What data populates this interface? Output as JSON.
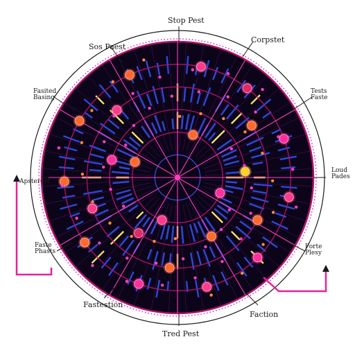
{
  "chart_data": {
    "type": "radial",
    "labels": {
      "top": "Stop Pest",
      "top_left": "Sos Paest",
      "top_right": "Corpstet",
      "upper_left": "Fasited\nBasing",
      "upper_right": "Tests\nFaste",
      "left": "Apsterest",
      "right": "Loud\nPades",
      "lower_left": "Faste\nPhasts",
      "lower_right": "Forte\nPlesy",
      "bottom_left": "Fastestion",
      "bottom_right": "Faction",
      "bottom": "Tred Pest"
    },
    "rings": 6,
    "spokes": 12,
    "markers": [
      {
        "ring": 5,
        "angle": 12,
        "color": "#ff3b8a"
      },
      {
        "ring": 5,
        "angle": 38,
        "color": "#e02a6a"
      },
      {
        "ring": 4,
        "angle": 55,
        "color": "#ff6a2a"
      },
      {
        "ring": 5,
        "angle": 70,
        "color": "#ff2f9e"
      },
      {
        "ring": 3,
        "angle": 85,
        "color": "#ffd21f"
      },
      {
        "ring": 5,
        "angle": 100,
        "color": "#ff3b8a"
      },
      {
        "ring": 4,
        "angle": 118,
        "color": "#ff6a2a"
      },
      {
        "ring": 5,
        "angle": 135,
        "color": "#ff2f9e"
      },
      {
        "ring": 3,
        "angle": 150,
        "color": "#ff6a2a"
      },
      {
        "ring": 5,
        "angle": 165,
        "color": "#ff3b8a"
      },
      {
        "ring": 4,
        "angle": 185,
        "color": "#ff6a2a"
      },
      {
        "ring": 5,
        "angle": 200,
        "color": "#ff2f9e"
      },
      {
        "ring": 3,
        "angle": 215,
        "color": "#e02a6a"
      },
      {
        "ring": 5,
        "angle": 235,
        "color": "#ff6a2a"
      },
      {
        "ring": 4,
        "angle": 250,
        "color": "#ff3b8a"
      },
      {
        "ring": 5,
        "angle": 268,
        "color": "#ff6a2a"
      },
      {
        "ring": 3,
        "angle": 285,
        "color": "#ff2f9e"
      },
      {
        "ring": 5,
        "angle": 300,
        "color": "#ff6a2a"
      },
      {
        "ring": 4,
        "angle": 318,
        "color": "#ff3b8a"
      },
      {
        "ring": 5,
        "angle": 335,
        "color": "#ff6a2a"
      },
      {
        "ring": 2,
        "angle": 20,
        "color": "#ff6a2a"
      },
      {
        "ring": 2,
        "angle": 200,
        "color": "#ff3b8a"
      },
      {
        "ring": 2,
        "angle": 110,
        "color": "#ff2f9e"
      },
      {
        "ring": 2,
        "angle": 290,
        "color": "#ff6a2a"
      }
    ],
    "colors": {
      "background": "#0c0519",
      "ring": "#b3126a",
      "spoke": "#ff3fbf",
      "bars": "#2c49d8",
      "accent": "#e6219a"
    }
  }
}
